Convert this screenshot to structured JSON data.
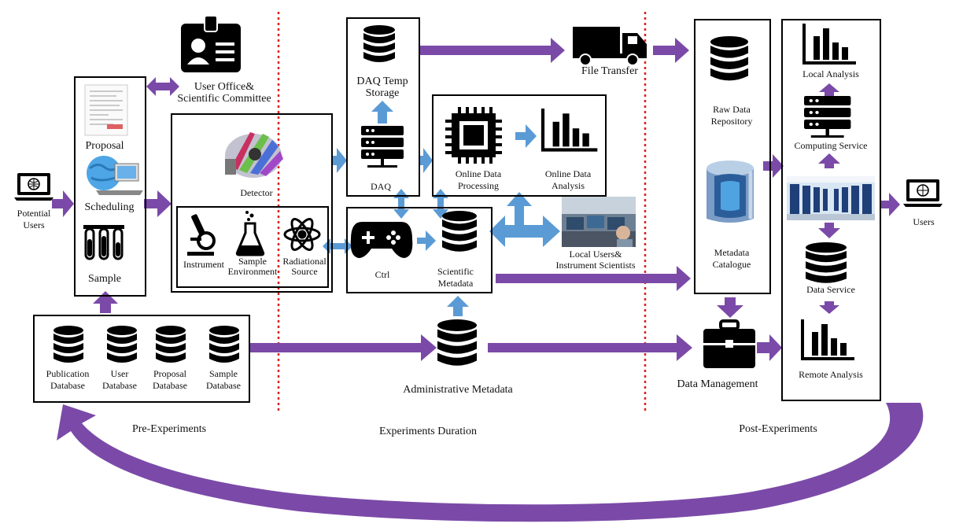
{
  "labels": {
    "potential_users": "Potential Users",
    "user_office": "User Office&",
    "scientific_committee": "Scientific Committee",
    "proposal": "Proposal",
    "scheduling": "Scheduling",
    "sample": "Sample",
    "detector": "Detector",
    "instrument": "Instrument",
    "sample_environment_1": "Sample",
    "sample_environment_2": "Environment",
    "radiational_source_1": "Radiational",
    "radiational_source_2": "Source",
    "daq_temp_storage_1": "DAQ Temp",
    "daq_temp_storage_2": "Storage",
    "daq": "DAQ",
    "file_transfer": "File Transfer",
    "online_data_processing_1": "Online Data",
    "online_data_processing_2": "Processing",
    "online_data_analysis_1": "Online Data",
    "online_data_analysis_2": "Analysis",
    "ctrl": "Ctrl",
    "scientific_metadata_1": "Scientific",
    "scientific_metadata_2": "Metadata",
    "local_users_1": "Local Users&",
    "local_users_2": "Instrument Scientists",
    "raw_data_repository_1": "Raw Data",
    "raw_data_repository_2": "Repository",
    "metadata_catalogue_1": "Metadata",
    "metadata_catalogue_2": "Catalogue",
    "local_analysis": "Local Analysis",
    "computing_service": "Computing Service",
    "data_service": "Data Service",
    "remote_analysis": "Remote Analysis",
    "users": "Users",
    "publication_db_1": "Publication",
    "publication_db_2": "Database",
    "user_db_1": "User",
    "user_db_2": "Database",
    "proposal_db_1": "Proposal",
    "proposal_db_2": "Database",
    "sample_db_1": "Sample",
    "sample_db_2": "Database",
    "administrative_metadata": "Administrative Metadata",
    "data_management": "Data Management",
    "pre_experiments": "Pre-Experiments",
    "experiments_duration": "Experiments Duration",
    "post_experiments": "Post-Experiments"
  },
  "colors": {
    "purple_arrow": "#7b4aa8",
    "blue_arrow": "#5b9bd5",
    "phase_divider": "#e02020",
    "box_border": "#000000"
  },
  "icons": [
    "laptop-icon",
    "id-badge-icon",
    "document-icon",
    "globe-computer-icon",
    "test-tubes-icon",
    "microscope-icon",
    "flask-icon",
    "atom-icon",
    "database-icon",
    "server-icon",
    "truck-icon",
    "cpu-chip-icon",
    "bar-chart-icon",
    "gamepad-icon",
    "photo-control-room",
    "cylinder-storage-icon",
    "photo-supercomputer",
    "briefcase-icon",
    "detector-image"
  ]
}
